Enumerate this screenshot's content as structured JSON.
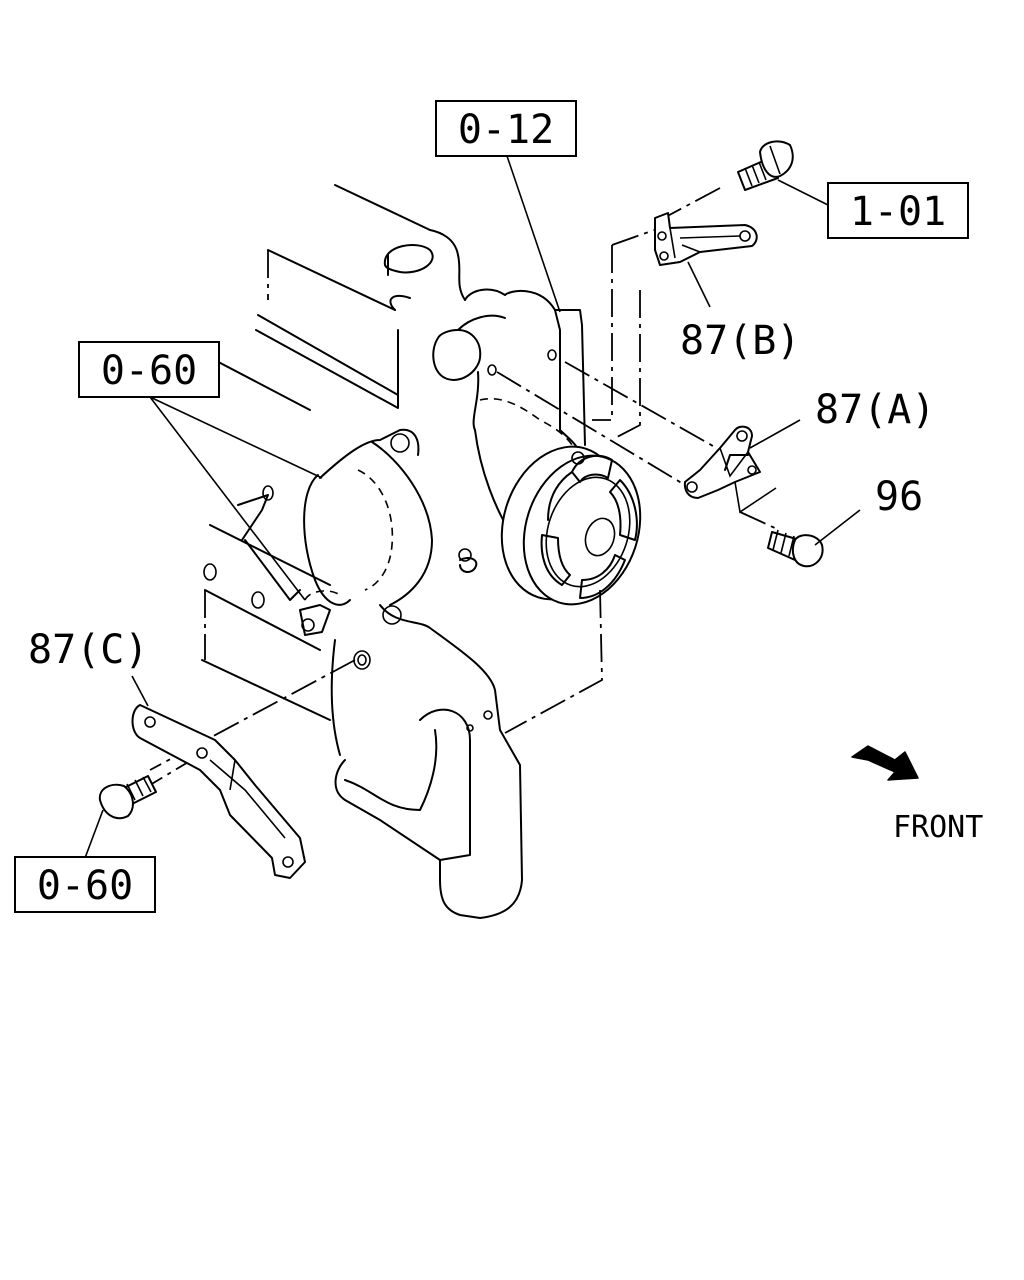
{
  "callouts": {
    "ref_0_12": "0-12",
    "ref_1_01": "1-01",
    "ref_0_60_upper": "0-60",
    "ref_0_60_lower": "0-60"
  },
  "parts": {
    "p87b": "87(B)",
    "p87a": "87(A)",
    "p96": "96",
    "p87c": "87(C)"
  },
  "orientation": {
    "front_label": "FRONT"
  }
}
